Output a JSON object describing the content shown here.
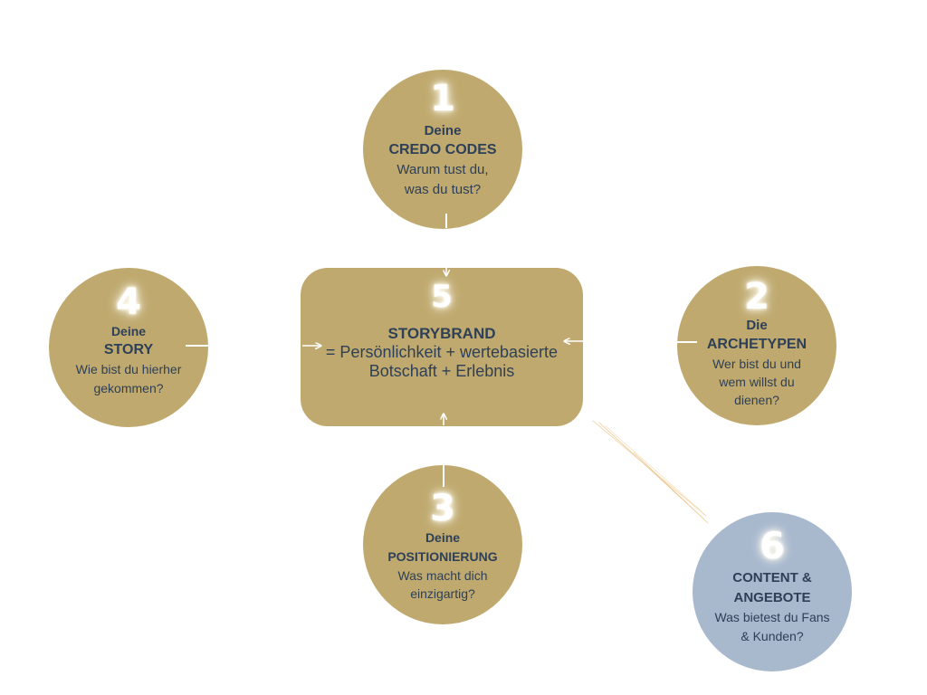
{
  "nodes": {
    "n1": {
      "number": "1",
      "line1": "Deine",
      "line2": "CREDO CODES",
      "question": "Warum tust du, was du tust?"
    },
    "n2": {
      "number": "2",
      "line1": "Die",
      "line2": "ARCHETYPEN",
      "question": "Wer bist du und wem willst du dienen?"
    },
    "n3": {
      "number": "3",
      "line1": "Deine",
      "line2": "POSITIONIERUNG",
      "question": "Was macht dich einzigartig?"
    },
    "n4": {
      "number": "4",
      "line1": "Deine",
      "line2": "STORY",
      "question": "Wie bist du hierher gekommen?"
    },
    "n5": {
      "number": "5",
      "title": "STORYBRAND",
      "description": "= Persönlichkeit + wertebasierte Botschaft + Erlebnis"
    },
    "n6": {
      "number": "6",
      "line1": "CONTENT &",
      "line2": "ANGEBOTE",
      "question": "Was bietest du Fans & Kunden?"
    }
  },
  "colors": {
    "gold": "#bfa96e",
    "blue": "#a8b8cd",
    "text": "#2e4057"
  }
}
